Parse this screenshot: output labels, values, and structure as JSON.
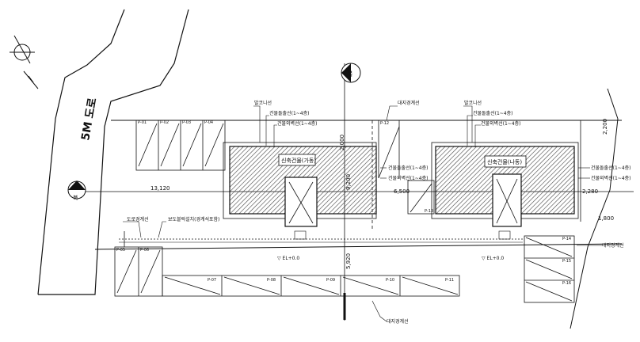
{
  "road": {
    "label": "5M 도로"
  },
  "dimensions": {
    "d_2000": "2,000",
    "d_2200": "2,200",
    "d_9200": "9,200",
    "d_13120": "13,120",
    "d_6500": "6,500",
    "d_2280": "2,280",
    "d_1800": "1,800",
    "d_5920": "5,920"
  },
  "buildings": [
    {
      "name": "신축건물(가동)"
    },
    {
      "name": "신축건물(나동)"
    }
  ],
  "annotations": {
    "balcony_left": "발코니선",
    "upper_outer_left": "건물돌출선(1~4층)",
    "upper_wall_left": "건물외벽선(1~4층)",
    "site_boundary_top": "대지경계선",
    "balcony_right": "발코니선",
    "upper_outer_right": "건물돌출선(1~4층)",
    "upper_wall_right": "건물외벽선(1~4층)",
    "mid_outer": "건물돌출선(1~4층)",
    "mid_wall": "건물외벽선(1~4층)",
    "right_outer": "건물돌출선(1~4층)",
    "right_wall": "건물외벽선(1~4층)",
    "road_boundary": "도로경계선",
    "block_boundary": "보도블럭설치(경계석포함)",
    "site_boundary_right": "대지경계선",
    "site_boundary_bottom": "대지경계선",
    "elevation_left": "▽ EL+0.0",
    "elevation_right": "▽ EL+0.0"
  },
  "north_markers": [
    "북",
    "북"
  ],
  "parking": {
    "top": [
      "P-01",
      "P-02",
      "P-03",
      "P-04"
    ],
    "p12": "P-12",
    "p13": "P-13",
    "left": [
      "P-05",
      "P-06"
    ],
    "bottom": [
      "P-07",
      "P-08",
      "P-09",
      "P-10",
      "P-11"
    ],
    "right": [
      "P-14",
      "P-15",
      "P-16"
    ]
  }
}
